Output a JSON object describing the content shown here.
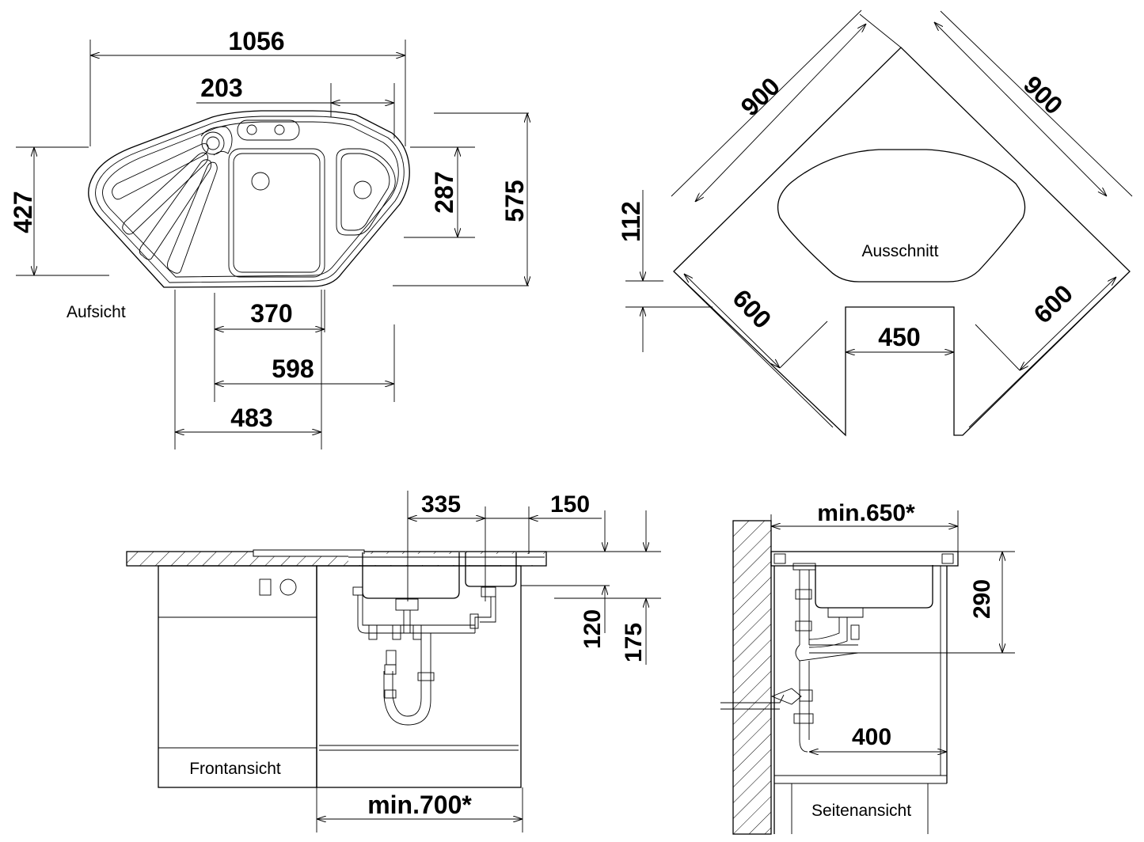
{
  "views": {
    "top": {
      "label": "Aufsicht",
      "dimensions": {
        "overall_width": "1056",
        "tap_offset": "203",
        "depth_left": "427",
        "bowl_depth": "287",
        "overall_depth": "575",
        "bowl_width": "370",
        "cut_width": "598",
        "left_width": "483"
      }
    },
    "cutout": {
      "label": "Ausschnitt",
      "dimensions": {
        "side_left": "900",
        "side_right": "900",
        "edge_offset": "112",
        "leg_left": "600",
        "leg_right": "600",
        "front": "450"
      }
    },
    "front": {
      "label": "Frontansicht",
      "dimensions": {
        "bowl_spacing": "335",
        "small_bowl": "150",
        "depth_120": "120",
        "depth_175": "175",
        "cabinet_min": "min.700*"
      }
    },
    "side": {
      "label": "Seitenansicht",
      "dimensions": {
        "cabinet_min": "min.650*",
        "height": "290",
        "drain_offset": "400"
      }
    }
  }
}
